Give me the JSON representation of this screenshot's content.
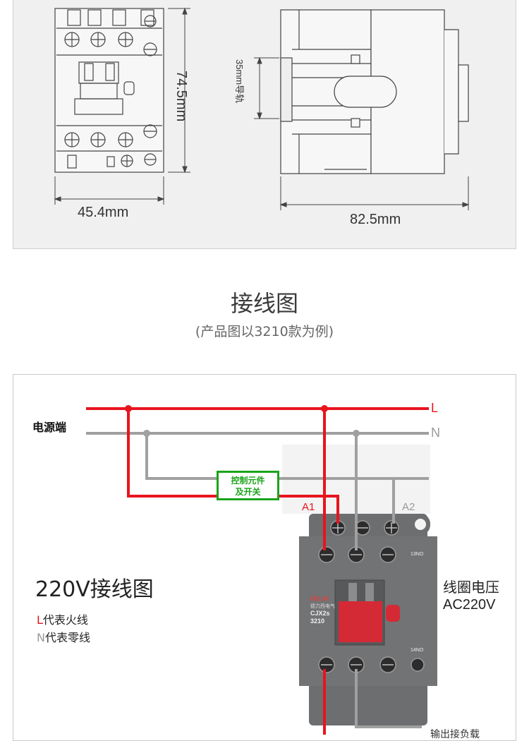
{
  "dimensions": {
    "width_front": "45.4mm",
    "height_front": "74.5mm",
    "rail": "35mm导轨",
    "depth_side": "82.5mm"
  },
  "section": {
    "title": "接线图",
    "subtitle": "(产品图以3210款为例)"
  },
  "wiring": {
    "power_label": "电源端",
    "line_L": "L",
    "line_N": "N",
    "control_line1": "控制元件",
    "control_line2": "及开关",
    "terminal_A1": "A1",
    "terminal_A2": "A2",
    "diagram_title": "220V接线图",
    "legend": [
      {
        "key": "L",
        "text": "代表火线"
      },
      {
        "key": "N",
        "text": "代表零线"
      }
    ],
    "coil_label": "线圈电压",
    "coil_value": "AC220V",
    "bottom_label_partial": "输出接负载"
  },
  "device": {
    "brand": "DELIXI",
    "brand_sub": "德力西电气",
    "model": "CJX2s",
    "model_no": "3210",
    "aux_no": "13NO",
    "aux_no2": "14NO"
  },
  "colors": {
    "live": "#e8141e",
    "neutral": "#a0a0a0",
    "control": "#1aa41a",
    "device_body": "#6d6e70"
  }
}
